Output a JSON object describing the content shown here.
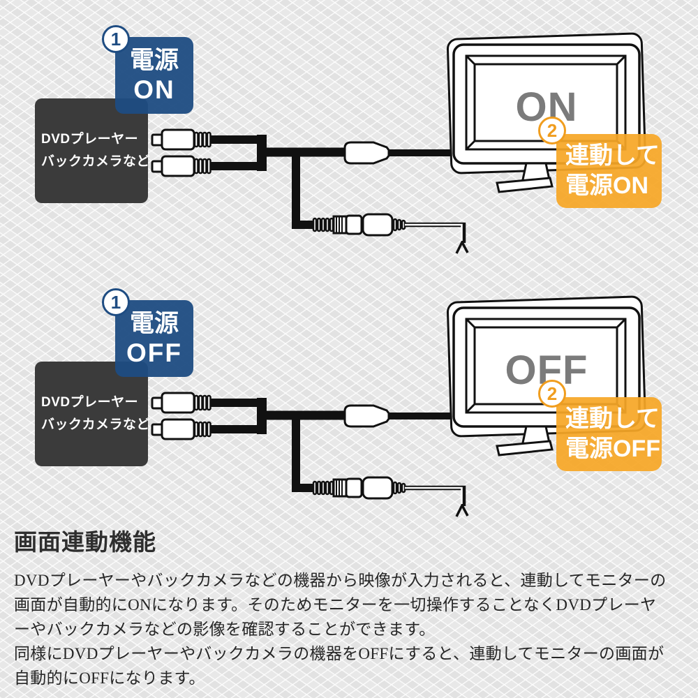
{
  "colors": {
    "background": "#e8e8e8",
    "blue_badge": "#1e4c82",
    "orange_badge": "#f6a727",
    "device_box": "#3b3b3b",
    "screen_label_gray": "#7b7b7b",
    "line_art": "#111111"
  },
  "diagrams": [
    {
      "step1_number": "1",
      "step1_line1": "電源",
      "step1_line2": "ON",
      "device_line1": "DVDプレーヤー",
      "device_line2": "バックカメラなど",
      "screen_label": "ON",
      "step2_number": "2",
      "step2_line1": "連動して",
      "step2_line2": "電源ON"
    },
    {
      "step1_number": "1",
      "step1_line1": "電源",
      "step1_line2": "OFF",
      "device_line1": "DVDプレーヤー",
      "device_line2": "バックカメラなど",
      "screen_label": "OFF",
      "step2_number": "2",
      "step2_line1": "連動して",
      "step2_line2": "電源OFF"
    }
  ],
  "description": {
    "title": "画面連動機能",
    "lines": [
      "DVDプレーヤーやバックカメラなどの機器から映像が入力されると、連動してモニターの",
      "画面が自動的にONになります。そのためモニターを一切操作することなくDVDプレーヤ",
      "ーやバックカメラなどの影像を確認することができます。",
      "同様にDVDプレーヤーやバックカメラの機器をOFFにすると、連動してモニターの画面が",
      "自動的にOFFになります。"
    ]
  }
}
